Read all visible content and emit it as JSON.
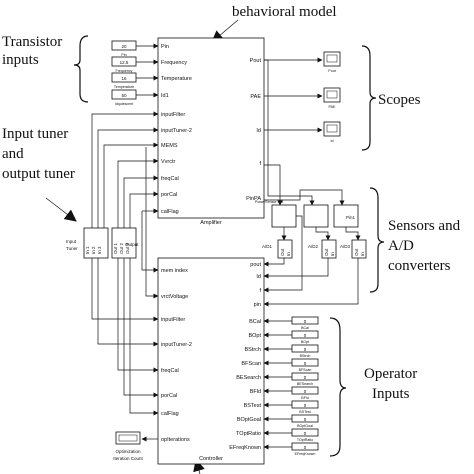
{
  "annotations": {
    "behavioral_model": "behavioral model",
    "transistor_inputs_1": "Transistor",
    "transistor_inputs_2": "inputs",
    "input_tuner_1": "Input tuner",
    "input_tuner_2": "and",
    "input_tuner_3": "output tuner",
    "scopes": "Scopes",
    "sensors_1": "Sensors and",
    "sensors_2": "A/D",
    "sensors_3": "converters",
    "operator_1": "Operator",
    "operator_2": "Inputs"
  },
  "amplifier": {
    "name": "Amplifier",
    "inputs": [
      "Pin",
      "Frequency",
      "Temperature",
      "Id1",
      "inputFilter",
      "inputTuner-2",
      "MEMS",
      "Vvrctr",
      "freqCal",
      "porCal",
      "calFlag"
    ],
    "outputs": [
      "Pout",
      "PAE",
      "Id",
      "f",
      "PinPA"
    ]
  },
  "transistor_consts": [
    {
      "value": "20",
      "label": "Pin"
    },
    {
      "value": "12.5",
      "label": "Frequency"
    },
    {
      "value": "16",
      "label": "Temperature"
    },
    {
      "value": "50",
      "label": "Idquiescent"
    }
  ],
  "scopes": [
    "Pout",
    "PAE",
    "Id"
  ],
  "tuners": {
    "input_label_1": "Input",
    "input_label_2": "Tuner",
    "output_label": "Output",
    "in_ports": [
      "In 1",
      "In 2",
      "In 3"
    ],
    "out_ports": [
      "Out 1",
      "Out 2",
      "Out 3"
    ]
  },
  "sensors": {
    "top_label": "PowerSensor Out",
    "pin_label": "Pin1",
    "ad": [
      "A/D1",
      "A/D2",
      "A/D3"
    ],
    "out_label": "Out",
    "in_label": "In"
  },
  "controller": {
    "name": "Controller",
    "inputs": [
      "mem index",
      "vrctVoltage",
      "inputFilter",
      "inputTuner-2",
      "freqCal",
      "porCal",
      "calFlag",
      "opIterations"
    ],
    "outputs_top": [
      "pout",
      "Id",
      "f",
      "pin"
    ],
    "outputs_ops": [
      "BCal",
      "BOpt",
      "BStrch",
      "BFScan",
      "BESearch",
      "BFld",
      "BSTest",
      "BOptGoal",
      "TOptRatio",
      "EFreqKnown"
    ]
  },
  "operator_consts": [
    {
      "value": "0",
      "label": "BCal"
    },
    {
      "value": "0",
      "label": "BOpt"
    },
    {
      "value": "0",
      "label": "BStrch"
    },
    {
      "value": "0",
      "label": "BFScan"
    },
    {
      "value": "0",
      "label": "BESearch"
    },
    {
      "value": "0",
      "label": "BFld"
    },
    {
      "value": "0",
      "label": "BSTest"
    },
    {
      "value": "0",
      "label": "BOptGoal"
    },
    {
      "value": "0",
      "label": "TOptRatio"
    },
    {
      "value": "0",
      "label": "EFreqKnown"
    }
  ],
  "display": {
    "label_1": "Optimization",
    "label_2": "Iteration Count"
  }
}
